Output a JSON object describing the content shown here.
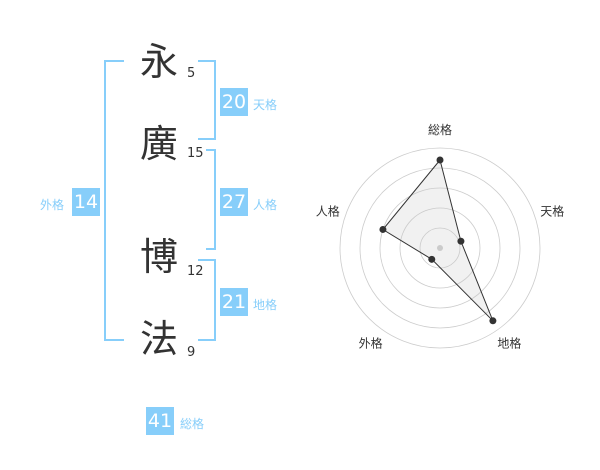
{
  "name": {
    "chars": [
      {
        "char": "永",
        "strokes": "5"
      },
      {
        "char": "廣",
        "strokes": "15"
      },
      {
        "char": "博",
        "strokes": "12"
      },
      {
        "char": "法",
        "strokes": "9"
      }
    ]
  },
  "fortunes": {
    "tenkaku": {
      "value": "20",
      "label": "天格"
    },
    "jinkaku": {
      "value": "27",
      "label": "人格"
    },
    "chikaku": {
      "value": "21",
      "label": "地格"
    },
    "gaikaku": {
      "value": "14",
      "label": "外格"
    },
    "soukaku": {
      "value": "41",
      "label": "総格"
    }
  },
  "colors": {
    "accent": "#87cefa",
    "text": "#333333",
    "grid": "#cccccc"
  },
  "chart_data": {
    "type": "radar",
    "axes": [
      "総格",
      "天格",
      "地格",
      "外格",
      "人格"
    ],
    "values": [
      4.4,
      1.1,
      4.5,
      0.7,
      3.0
    ],
    "rmax": 5,
    "rings": 5
  }
}
